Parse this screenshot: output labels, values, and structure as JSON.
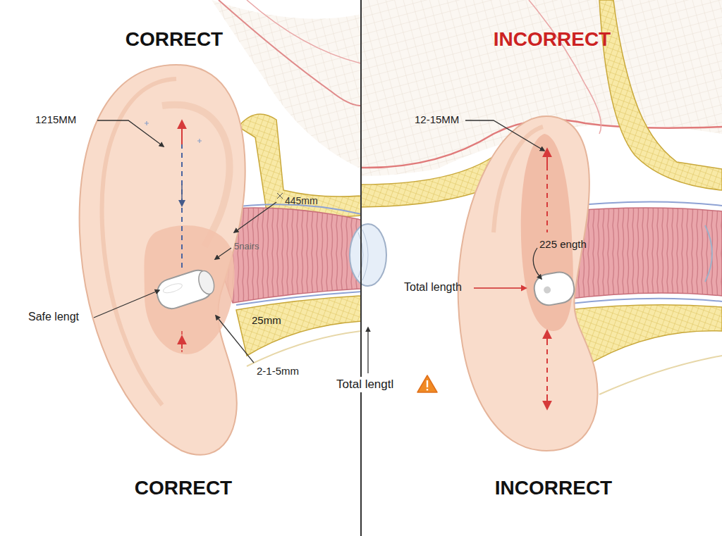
{
  "diagram": {
    "labels": [
      "CORRECT",
      "INCORRECT",
      "1215MM",
      "445mm",
      "5nairs",
      "Safe lengt",
      "25mm",
      "2-1-5mm",
      "Total lengtl",
      "12-15MM",
      "225 ength",
      "Total length",
      "CORRECT",
      "INCORRECT"
    ]
  }
}
